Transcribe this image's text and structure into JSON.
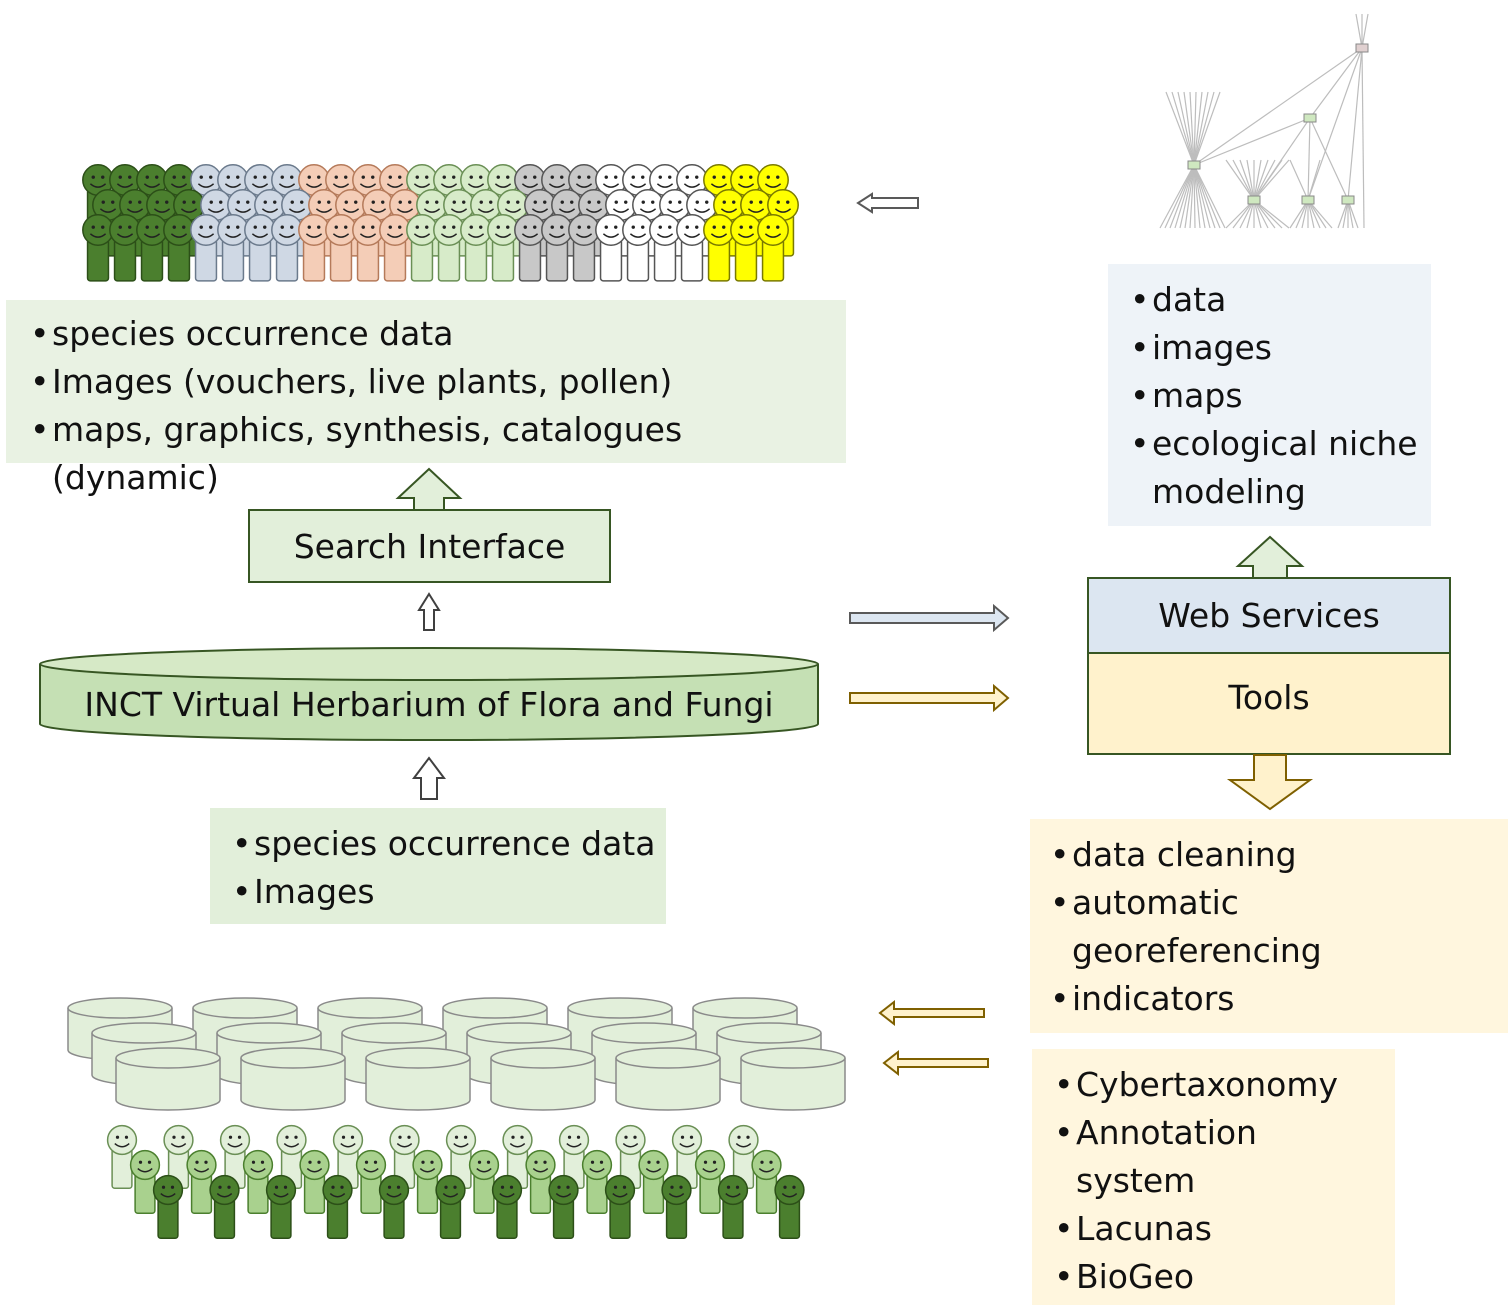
{
  "top_outputs": [
    "species occurrence data",
    "Images (vouchers, live plants, pollen)",
    "maps, graphics, synthesis, catalogues (dynamic)"
  ],
  "search_interface": "Search Interface",
  "herbarium": "INCT Virtual Herbarium of Flora and Fungi",
  "bottom_inputs": [
    "species occurrence data",
    "Images"
  ],
  "web_services": "Web Services",
  "tools": "Tools",
  "web_outputs": [
    "data",
    "images",
    "maps",
    "ecological niche modeling"
  ],
  "tool_outputs": [
    "data cleaning",
    "automatic georeferencing",
    "indicators"
  ],
  "extra_tools": [
    "Cybertaxonomy",
    "Annotation system",
    "Lacunas",
    "BioGeo"
  ],
  "colors": {
    "green_fill": "#e2efda",
    "green_border": "#375623",
    "blue_fill": "#dce6f1",
    "blue_panel": "#eef3f8",
    "yellow_fill": "#fff2cc",
    "yellow_panel": "#fff8e5",
    "olive_arrow": "#7f6000",
    "gray_arrow": "#595959"
  }
}
